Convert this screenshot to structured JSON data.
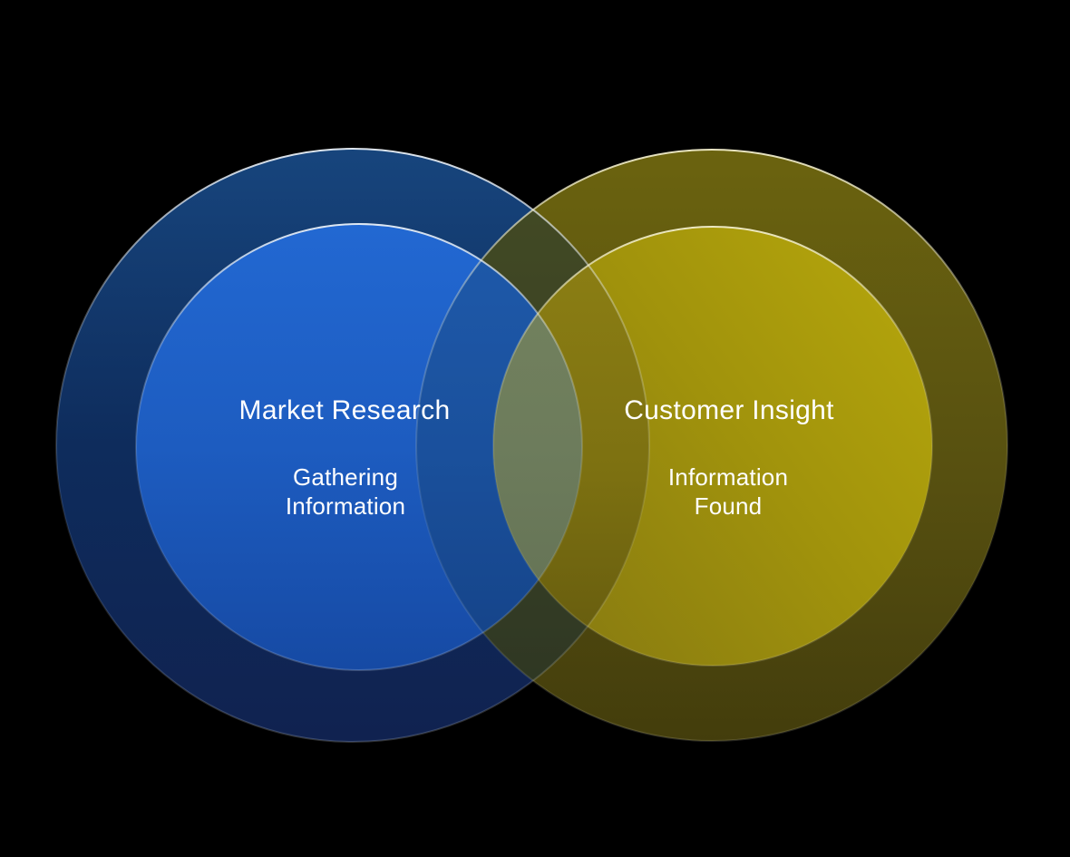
{
  "diagram": {
    "type": "venn",
    "background_color": "#000000",
    "text_color": "#ffffff",
    "left_set": {
      "title": "Market Research",
      "subtitle_line1": "Gathering",
      "subtitle_line2": "Information",
      "inner_color": "#1e5fc4",
      "ring_color": "#0f2f5e",
      "edge_highlight_color": "#dbe6ef"
    },
    "right_set": {
      "title": "Customer Insight",
      "subtitle_line1": "Information",
      "subtitle_line2": "Found",
      "inner_color": "#a4960d",
      "ring_color": "#5c5510",
      "edge_highlight_color": "#f2eecb"
    },
    "overlap_color": "#6e7d5f",
    "outer_overlap_color": "#3a472a",
    "ring_overlap_color": "#8a7d12"
  }
}
